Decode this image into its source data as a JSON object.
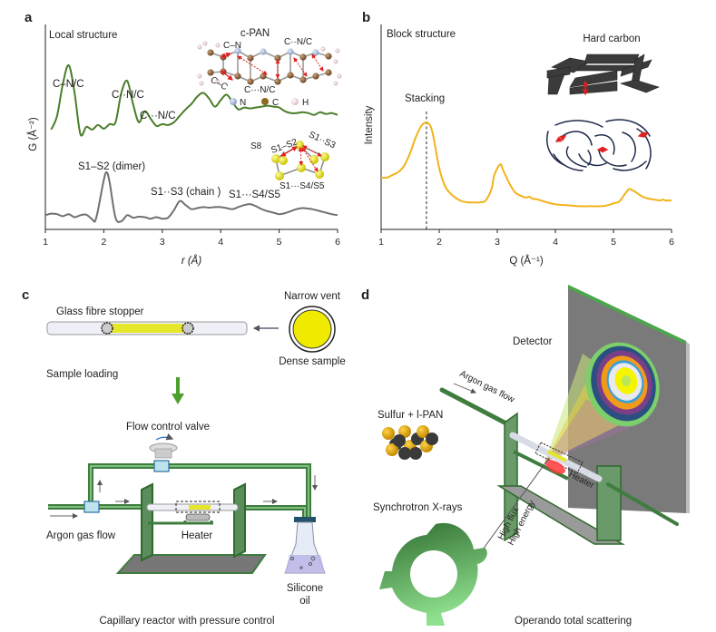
{
  "panels": {
    "a": {
      "letter": "a",
      "title": "Local structure"
    },
    "b": {
      "letter": "b",
      "title": "Block structure",
      "inset_title": "Hard carbon"
    },
    "c": {
      "letter": "c",
      "stopper_label": "Glass fibre stopper",
      "vent_label": "Narrow vent",
      "dense_label": "Dense sample",
      "loading_label": "Sample loading",
      "valve_label": "Flow control valve",
      "argon_label": "Argon gas flow",
      "heater_label": "Heater",
      "oil_label_1": "Silicone",
      "oil_label_2": "oil",
      "caption": "Capillary reactor with pressure control"
    },
    "d": {
      "letter": "d",
      "detector_label": "Detector",
      "argon_label": "Argon gas flow",
      "sample_label": "Sulfur + l-PAN",
      "xray_label": "Synchrotron X-rays",
      "flux_label": "High flux",
      "energy_label": "High energy",
      "heater_label": "Heater",
      "caption": "Operando total scattering"
    }
  },
  "cpan_inset": {
    "title": "c-PAN",
    "bond_cn": "C–N",
    "bond_cc": "C–C",
    "bond_cnc_top": "C··N/C",
    "bond_cnc_bottom": "C···N/C",
    "legend": [
      {
        "label": "N",
        "color": "#7fb3e0"
      },
      {
        "label": "C",
        "color": "#8a6a1e"
      },
      {
        "label": "H",
        "color": "#f0e4ee"
      }
    ]
  },
  "s8_inset": {
    "title": "S8",
    "bond_s1s2": "S1–S2",
    "bond_s1s3": "S1··S3",
    "bond_s1s45": "S1···S4/S5"
  },
  "chart_data": [
    {
      "type": "line",
      "panel": "a",
      "title": "Local structure",
      "xlabel": "r (Å)",
      "ylabel": "G (Å⁻²)",
      "xlim": [
        1,
        6
      ],
      "xticks": [
        "1",
        "2",
        "3",
        "4",
        "5",
        "6"
      ],
      "grid": false,
      "series": [
        {
          "name": "c-PAN",
          "color": "#4a7d2a",
          "x": [
            1.1,
            1.2,
            1.3,
            1.4,
            1.5,
            1.6,
            1.7,
            1.8,
            1.9,
            2.0,
            2.1,
            2.2,
            2.3,
            2.4,
            2.5,
            2.6,
            2.7,
            2.8,
            2.9,
            3.0,
            3.1,
            3.2,
            3.3,
            3.4,
            3.5,
            3.6,
            3.7,
            3.8,
            3.9,
            4.0,
            4.1,
            4.2,
            4.3,
            4.4,
            4.5,
            4.6,
            4.7,
            4.8,
            4.9,
            5.0,
            5.1,
            5.2,
            5.3,
            5.4,
            5.5,
            5.6,
            5.7,
            5.8,
            5.9,
            6.0
          ],
          "y": [
            0.3,
            0.45,
            0.8,
            1.0,
            0.7,
            0.25,
            0.33,
            0.3,
            0.35,
            0.31,
            0.36,
            0.38,
            0.7,
            0.83,
            0.58,
            0.38,
            0.5,
            0.42,
            0.34,
            0.36,
            0.35,
            0.38,
            0.45,
            0.52,
            0.58,
            0.66,
            0.7,
            0.64,
            0.55,
            0.62,
            0.68,
            0.6,
            0.52,
            0.54,
            0.53,
            0.54,
            0.55,
            0.56,
            0.55,
            0.54,
            0.5,
            0.48,
            0.48,
            0.49,
            0.48,
            0.46,
            0.49,
            0.47,
            0.48,
            0.46
          ]
        },
        {
          "name": "S8",
          "color": "#707070",
          "x": [
            1.0,
            1.1,
            1.2,
            1.3,
            1.4,
            1.5,
            1.6,
            1.7,
            1.8,
            1.85,
            1.9,
            2.0,
            2.05,
            2.1,
            2.2,
            2.3,
            2.4,
            2.5,
            2.6,
            2.7,
            2.8,
            2.9,
            3.0,
            3.1,
            3.2,
            3.3,
            3.4,
            3.5,
            3.6,
            3.7,
            3.8,
            3.9,
            4.0,
            4.1,
            4.2,
            4.3,
            4.4,
            4.5,
            4.6,
            4.7,
            4.8,
            4.9,
            5.0,
            5.1,
            5.2,
            5.3,
            5.4,
            5.5,
            5.6,
            5.7,
            5.8,
            5.9,
            6.0
          ],
          "y": [
            0.1,
            0.13,
            0.12,
            0.08,
            0.12,
            0.06,
            0.1,
            0.11,
            0.02,
            -0.02,
            0.2,
            0.8,
            0.95,
            0.75,
            0.05,
            -0.02,
            0.1,
            0.05,
            0.07,
            0.06,
            0.03,
            0.06,
            0.03,
            0.05,
            0.2,
            0.38,
            0.3,
            0.22,
            0.24,
            0.26,
            0.25,
            0.26,
            0.26,
            0.24,
            0.22,
            0.26,
            0.3,
            0.32,
            0.28,
            0.22,
            0.18,
            0.15,
            0.12,
            0.14,
            0.18,
            0.22,
            0.24,
            0.23,
            0.21,
            0.18,
            0.15,
            0.12,
            0.1
          ]
        }
      ],
      "annotations": [
        {
          "text": "C–N/C",
          "x": 1.4
        },
        {
          "text": "C··N/C",
          "x": 2.4
        },
        {
          "text": "C···N/C",
          "x": 2.85
        },
        {
          "text": "S1–S2 (dimer)",
          "x": 2.05
        },
        {
          "text": "S1··S3 (chain )",
          "x": 3.33
        },
        {
          "text": "S1···S4/S5",
          "x": 4.45
        }
      ]
    },
    {
      "type": "line",
      "panel": "b",
      "title": "Block structure",
      "xlabel": "Q (Å⁻¹)",
      "ylabel": "Intensity",
      "xlim": [
        1,
        6
      ],
      "xticks": [
        "1",
        "2",
        "3",
        "4",
        "5",
        "6"
      ],
      "grid": false,
      "series": [
        {
          "name": "Hard carbon",
          "color": "#f2b31b",
          "x": [
            1.0,
            1.1,
            1.2,
            1.3,
            1.4,
            1.5,
            1.6,
            1.7,
            1.78,
            1.85,
            1.9,
            2.0,
            2.1,
            2.2,
            2.3,
            2.4,
            2.5,
            2.6,
            2.7,
            2.8,
            2.9,
            2.95,
            3.05,
            3.1,
            3.2,
            3.3,
            3.4,
            3.5,
            3.55,
            3.6,
            3.7,
            3.8,
            4.0,
            4.2,
            4.4,
            4.6,
            4.8,
            4.9,
            5.0,
            5.1,
            5.2,
            5.27,
            5.35,
            5.5,
            5.6,
            5.7,
            5.8,
            5.85,
            5.9,
            6.0
          ],
          "y": [
            0.42,
            0.42,
            0.45,
            0.48,
            0.55,
            0.68,
            0.85,
            0.97,
            1.0,
            0.96,
            0.85,
            0.52,
            0.33,
            0.25,
            0.2,
            0.17,
            0.16,
            0.16,
            0.16,
            0.18,
            0.3,
            0.45,
            0.56,
            0.5,
            0.37,
            0.27,
            0.23,
            0.21,
            0.22,
            0.2,
            0.19,
            0.17,
            0.14,
            0.13,
            0.12,
            0.12,
            0.12,
            0.13,
            0.15,
            0.17,
            0.25,
            0.3,
            0.28,
            0.22,
            0.2,
            0.19,
            0.18,
            0.19,
            0.18,
            0.18
          ]
        }
      ],
      "annotations": [
        {
          "text": "Stacking",
          "x": 1.78,
          "marker": "dashed-vertical-line"
        }
      ]
    }
  ]
}
